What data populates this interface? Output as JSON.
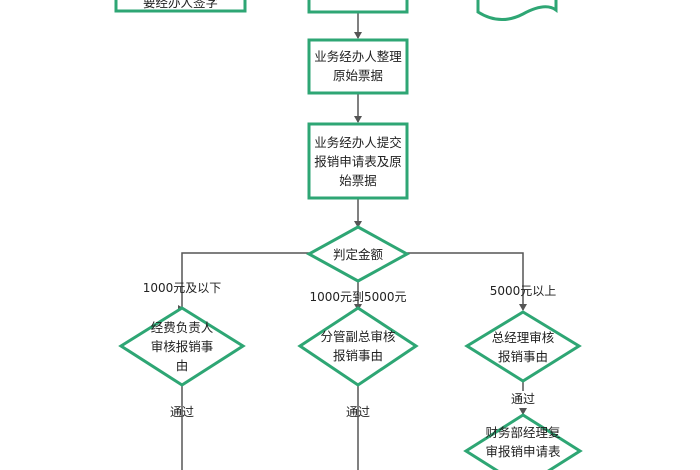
{
  "colors": {
    "stroke": "#2ea674",
    "fill": "#ffffff",
    "line": "#555555",
    "text": "#222222"
  },
  "nodes": {
    "top_left_box": "要经办人签字",
    "organize": "业务经办人整理原始票据",
    "submit": "业务经办人提交报销申请表及原始票据",
    "decide": "判定金额",
    "dept_head": "经费负责人审核报销事由",
    "vice_head": "分管副总审核报销事由",
    "gm": "总经理审核报销事由",
    "finance": "财务部经理复审报销申请表"
  },
  "edges": {
    "low": "1000元及以下",
    "mid": "1000元到5000元",
    "high": "5000元以上",
    "pass_1": "通过",
    "pass_2": "通过",
    "pass_3": "通过"
  }
}
